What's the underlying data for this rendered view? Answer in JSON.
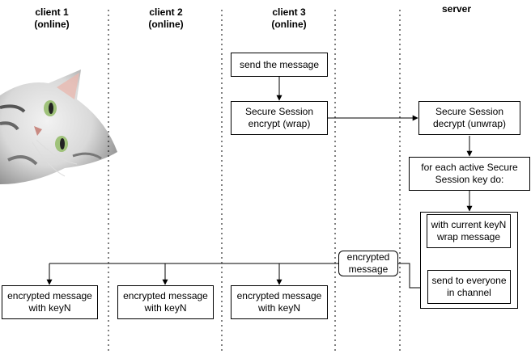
{
  "columns": {
    "client1": "client 1\n(online)",
    "client2": "client 2\n(online)",
    "client3": "client 3\n(online)",
    "server": "server"
  },
  "boxes": {
    "send_message": "send the message",
    "encrypt": "Secure Session\nencrypt (wrap)",
    "decrypt": "Secure Session\ndecrypt (unwrap)",
    "for_each": "for each active Secure\nSession key do:",
    "wrap_message": "with current keyN\nwrap message",
    "send_everyone": "send to everyone\nin channel",
    "encrypted_message": "encrypted\nmessage",
    "client1_result": "encrypted message\nwith keyN",
    "client2_result": "encrypted message\nwith keyN",
    "client3_result": "encrypted message\nwith keyN"
  }
}
